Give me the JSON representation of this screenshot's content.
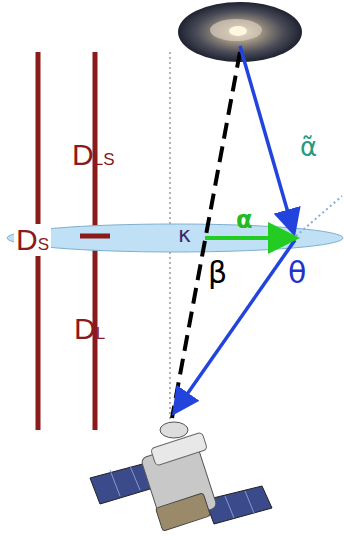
{
  "diagram": {
    "labels": [
      "DLS",
      "DS",
      "DL",
      "κ",
      "α",
      "α̃",
      "β",
      "θ"
    ]
  }
}
